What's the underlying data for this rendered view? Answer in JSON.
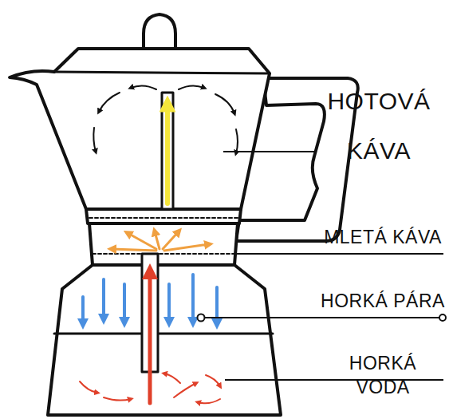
{
  "diagram": {
    "labels": [
      "HOTOVÁ KÁVA",
      "MLETÁ KÁVA",
      "HORKÁ PÁRA",
      "HORKÁ VODA"
    ]
  }
}
